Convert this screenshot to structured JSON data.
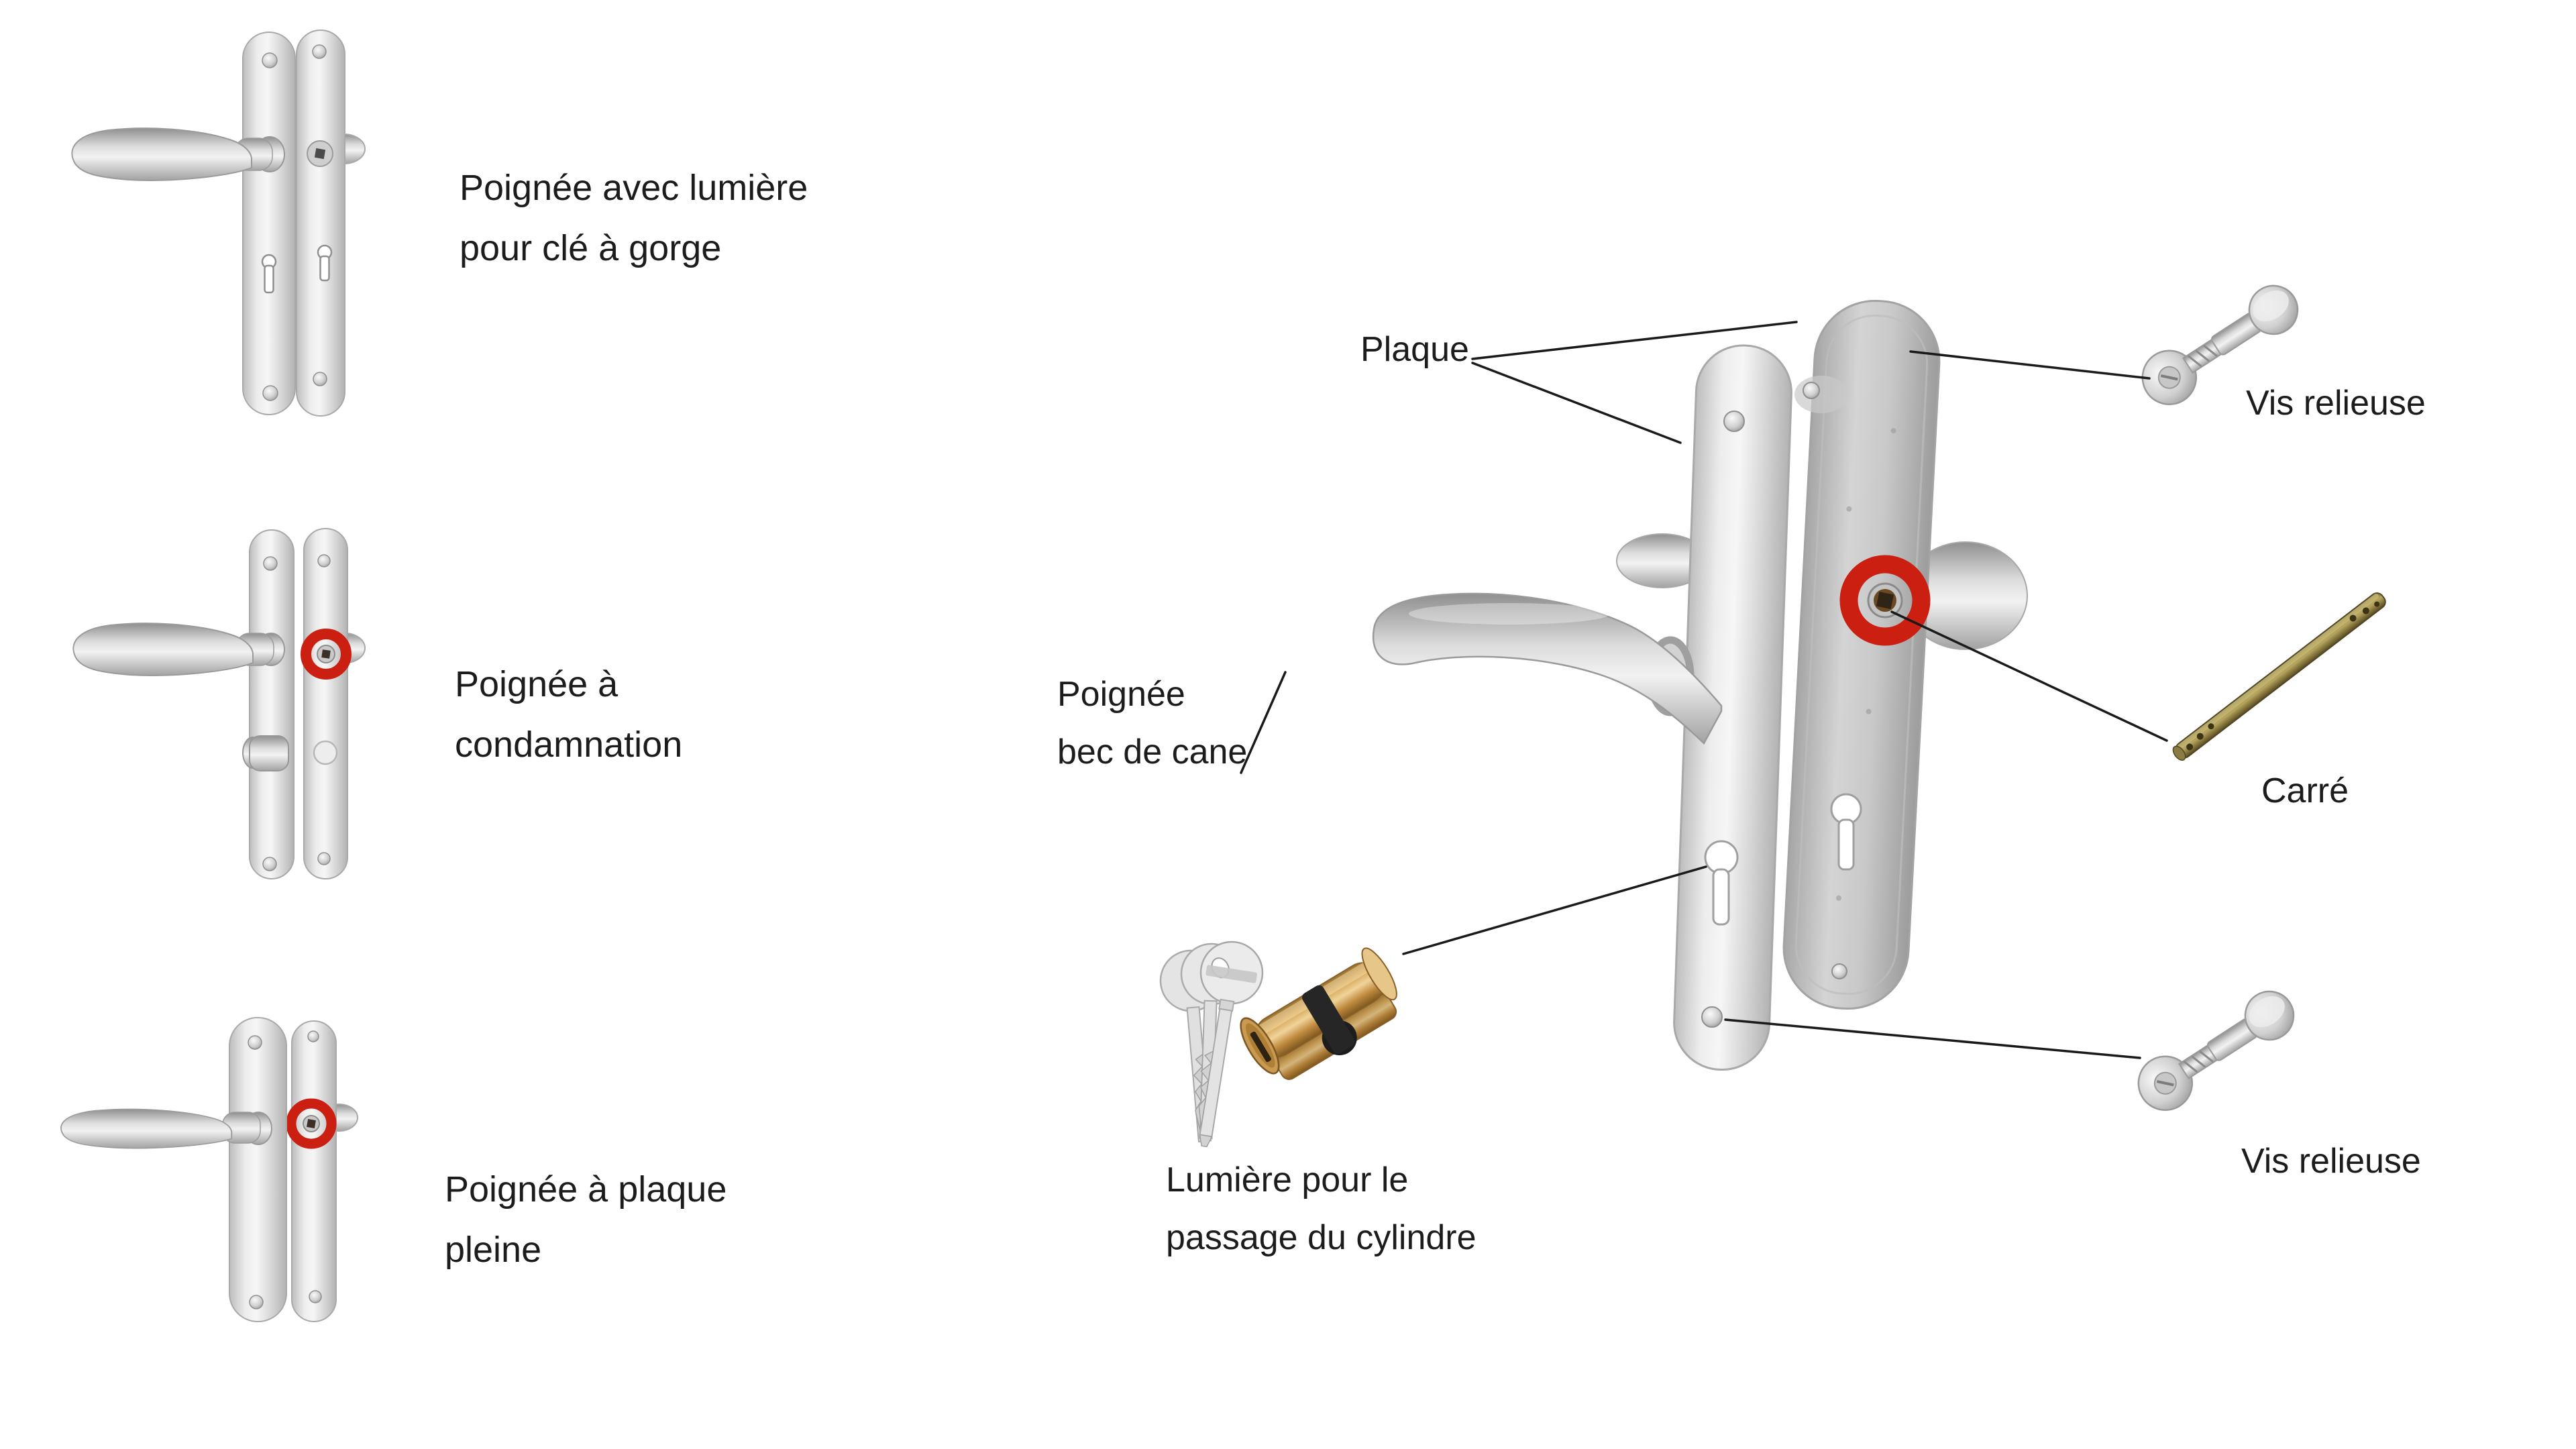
{
  "page": {
    "background_color": "#ffffff",
    "text_color": "#1c1c1c"
  },
  "left_column": {
    "items": [
      {
        "id": "poignee-cle-a-gorge",
        "label": "Poignée avec lumière\npour clé à gorge"
      },
      {
        "id": "poignee-condamnation",
        "label": "Poignée à\ncondamnation"
      },
      {
        "id": "poignee-plaque-pleine",
        "label": "Poignée à plaque\npleine"
      }
    ]
  },
  "main_diagram": {
    "annotations": {
      "plaque": {
        "label": "Plaque"
      },
      "vis_relieuse_top": {
        "label": "Vis relieuse"
      },
      "poignee_bec_de_cane": {
        "label": "Poignée\nbec de cane"
      },
      "carre": {
        "label": "Carré"
      },
      "lumiere_cylindre": {
        "label": "Lumière pour le\npassage du cylindre"
      },
      "vis_relieuse_bottom": {
        "label": "Vis relieuse"
      }
    }
  },
  "colors": {
    "condamnation_ring": "#cb1f12",
    "silver_plate": "#d8d8d8",
    "brass_cylinder": "#c9964a",
    "brass_carre": "#8a7a42",
    "leader_line": "#1a1a1a"
  }
}
